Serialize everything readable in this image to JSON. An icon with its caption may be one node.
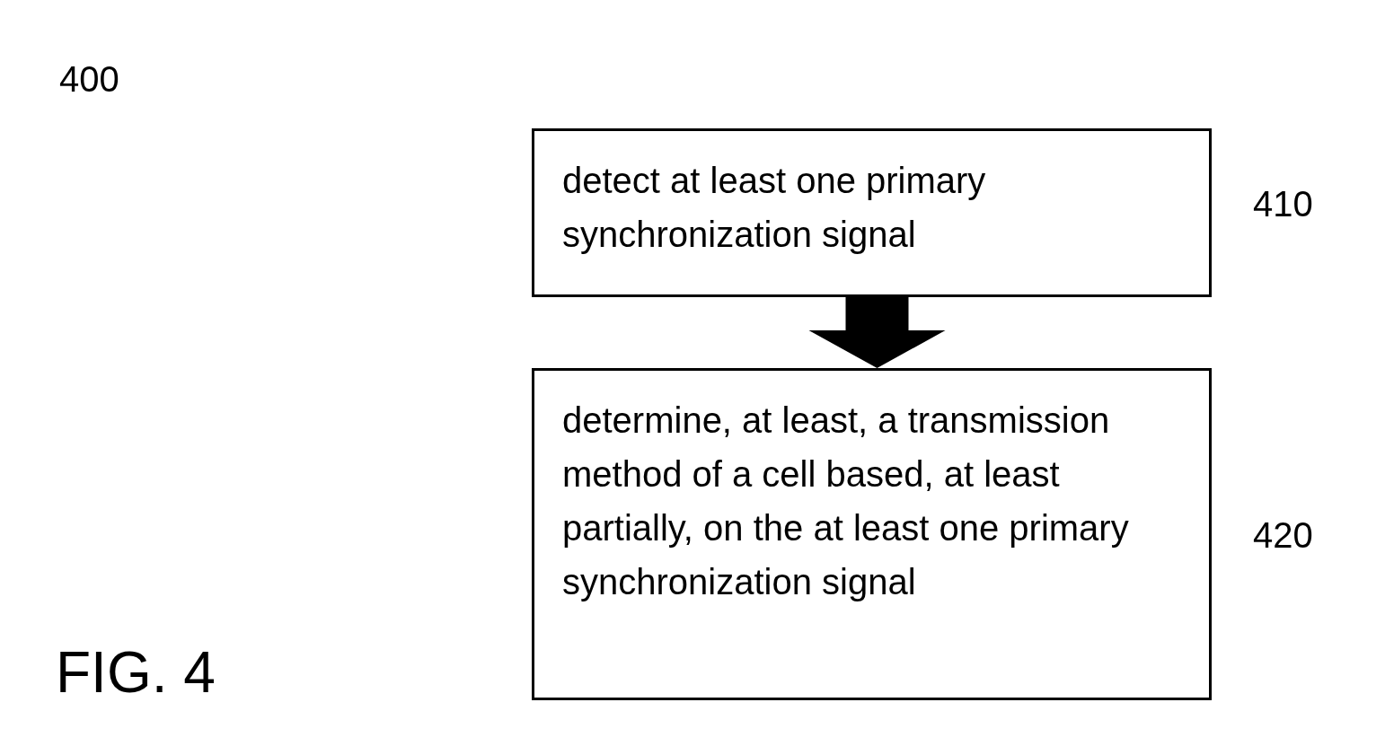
{
  "diagram": {
    "nodes": [
      {
        "text": [
          "detect at least one primary synchronization signal"
        ],
        "beside": [
          "410"
        ]
      },
      {
        "text": [
          "determine, at least, a transmission method of a cell based, at least partially, on the at least one primary synchronization signal"
        ],
        "beside": [
          "420"
        ]
      }
    ],
    "edges": [
      {
        "from": 0,
        "to": 1,
        "arrow": "to",
        "style": "thick"
      }
    ],
    "labels": [
      "400",
      "FIG. 4"
    ]
  }
}
